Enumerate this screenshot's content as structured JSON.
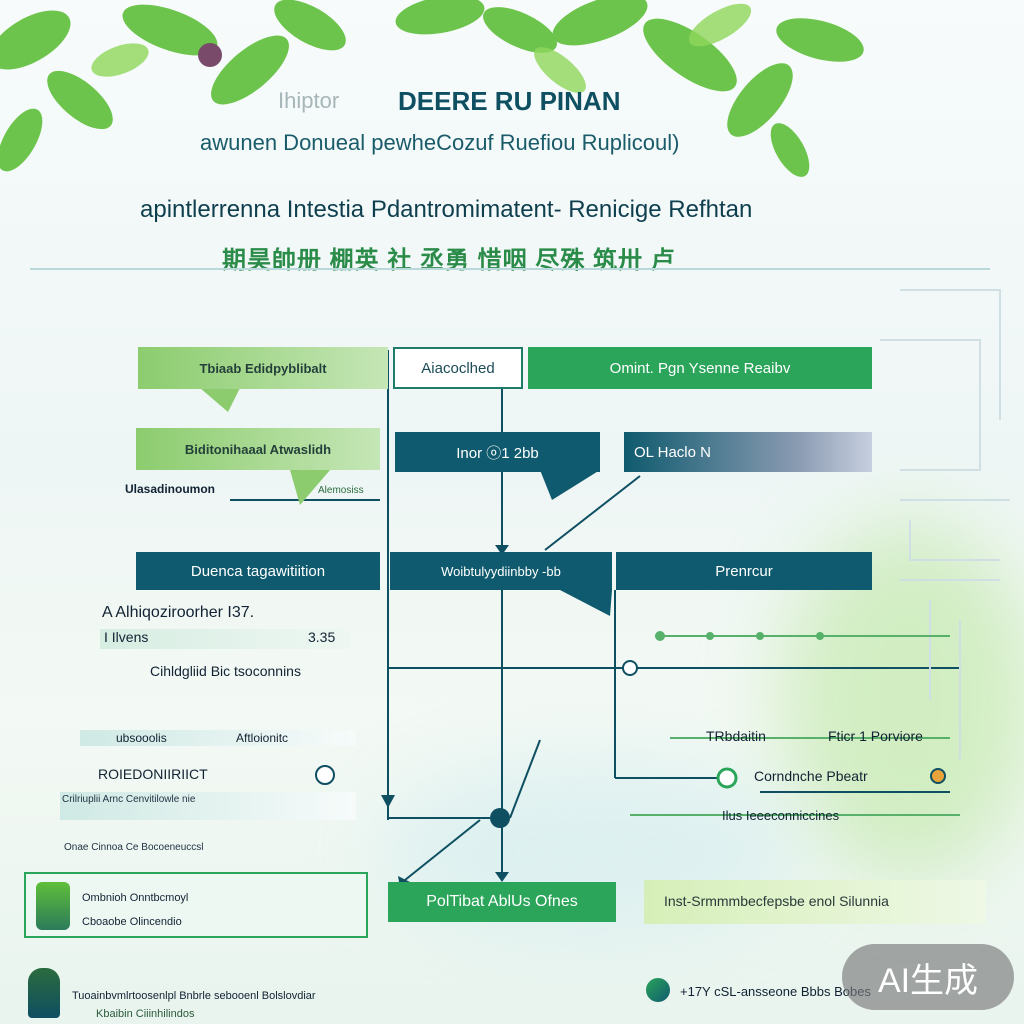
{
  "header": {
    "line1_prefix": "Ihiptor",
    "line1_title": "DEERE RU PINAN",
    "line2": "awunen Donueal  pewheCozuf Ruefiou Ruplicoul)",
    "line3": "apintlerrenna Intestia Pdantromimatent-  Renicige Refhtan",
    "line4": "期昊帥册 棚英 社 丞勇  惜咽 尽殊 筑卅 卢"
  },
  "nodes": {
    "n1": "Tbiaab Edidpyblibalt",
    "n2": "Aiacoclhed",
    "n3": "Omint. Pgn  Ysenne  Reaibv",
    "n4": "Biditonihaaal Atwaslidh",
    "n5": "Inor  ⓞ1 2bb",
    "n6": "OL  Haclo  N",
    "n7": "Duenca tagawitiition",
    "n8": "Woibtulyydiinbby  -bb",
    "n9": "Prenrcur",
    "n10": "PolTibat  AblUs  Ofnes"
  },
  "left_labels": {
    "a1": "Ulasadinoumon",
    "a2": "A  Alhiqoziroorher I37.",
    "a3": "I  Ilvens",
    "a3_val": "3.35",
    "a4": "Cihldgliid Bic tsoconnins",
    "a5": "ubsooolis",
    "a5_b": "Aftloionitc",
    "a6": "ROIEDONIIRIICT",
    "a7": "Crilriuplii  Arnc  Cenvitilowle  nie",
    "a8": "Onae  Cinnoa  Ce  Bocoeneuccsl",
    "a9": "Ombnioh Onntbcmoyl",
    "a10": "Cboaobe Olincendio",
    "sub_n4": "Alemosiss"
  },
  "right_labels": {
    "r1": "TRbdaitin",
    "r2": "Fticr  1 Porviore",
    "r3": "Corndnche Pbeatr",
    "r4": "Ilus  Ieeeconniccines",
    "r5": "Inst-Srmmmbecfepsbe enol  Silunnia",
    "footer": "Tuoainbvmlrtoosenlpl Bnbrle sebooenl Bolslovdiar",
    "footer2": "Kbaibin Ciiinhilindos",
    "footer_r": "+17Y cSL-ansseone  Bbbs  Bobes"
  },
  "badge": "AI生成",
  "colors": {
    "green": "#2aa55a",
    "teal": "#0f5a6e",
    "leaf": "#5fbf3a"
  }
}
